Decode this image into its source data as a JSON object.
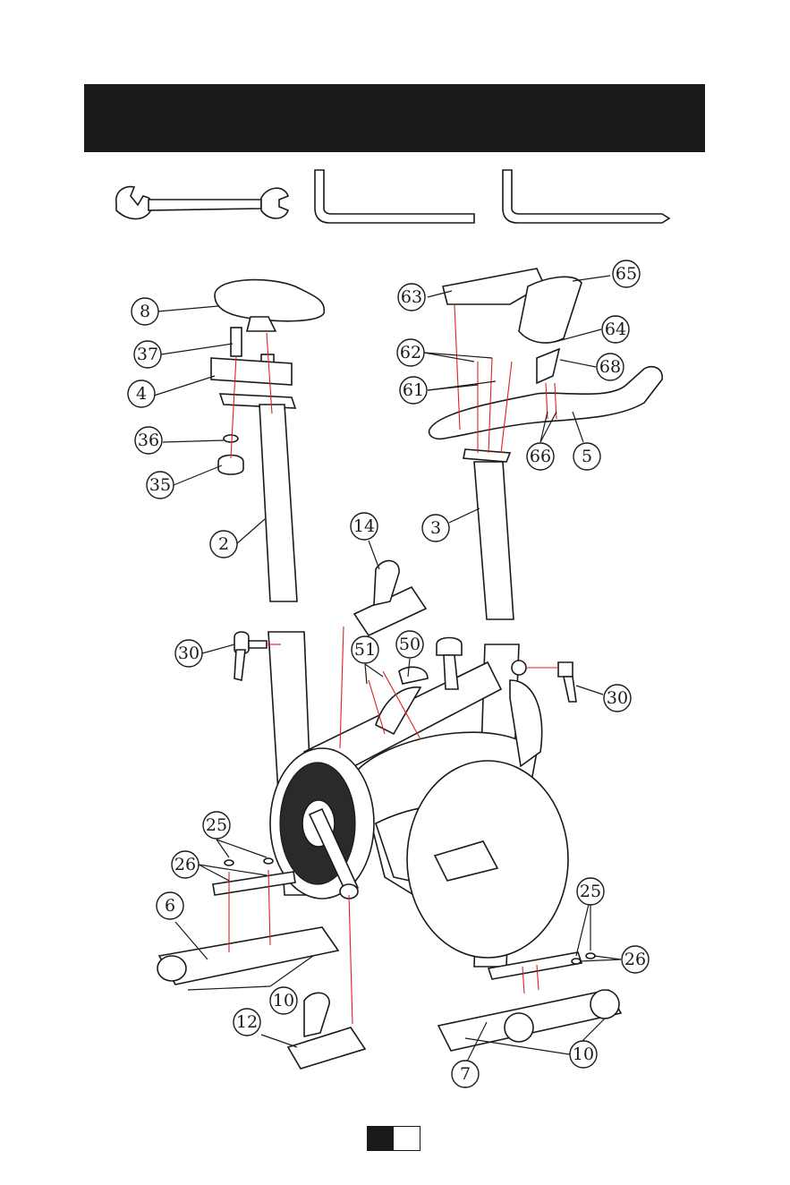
{
  "colors": {
    "header": "#1a1a1a",
    "callout_line": "#1a1a1a",
    "assembly_line": "#e02020",
    "page_indicator_fill": "#1a1a1a"
  },
  "tools": [
    {
      "icon": "open-end-wrench-icon"
    },
    {
      "icon": "allen-key-large-icon"
    },
    {
      "icon": "allen-key-small-icon"
    }
  ],
  "callouts": [
    "8",
    "37",
    "4",
    "36",
    "35",
    "2",
    "63",
    "65",
    "62",
    "64",
    "61",
    "68",
    "66",
    "5",
    "3",
    "14",
    "30",
    "51",
    "50",
    "30",
    "25",
    "26",
    "6",
    "10",
    "12",
    "25",
    "26",
    "7",
    "10"
  ]
}
